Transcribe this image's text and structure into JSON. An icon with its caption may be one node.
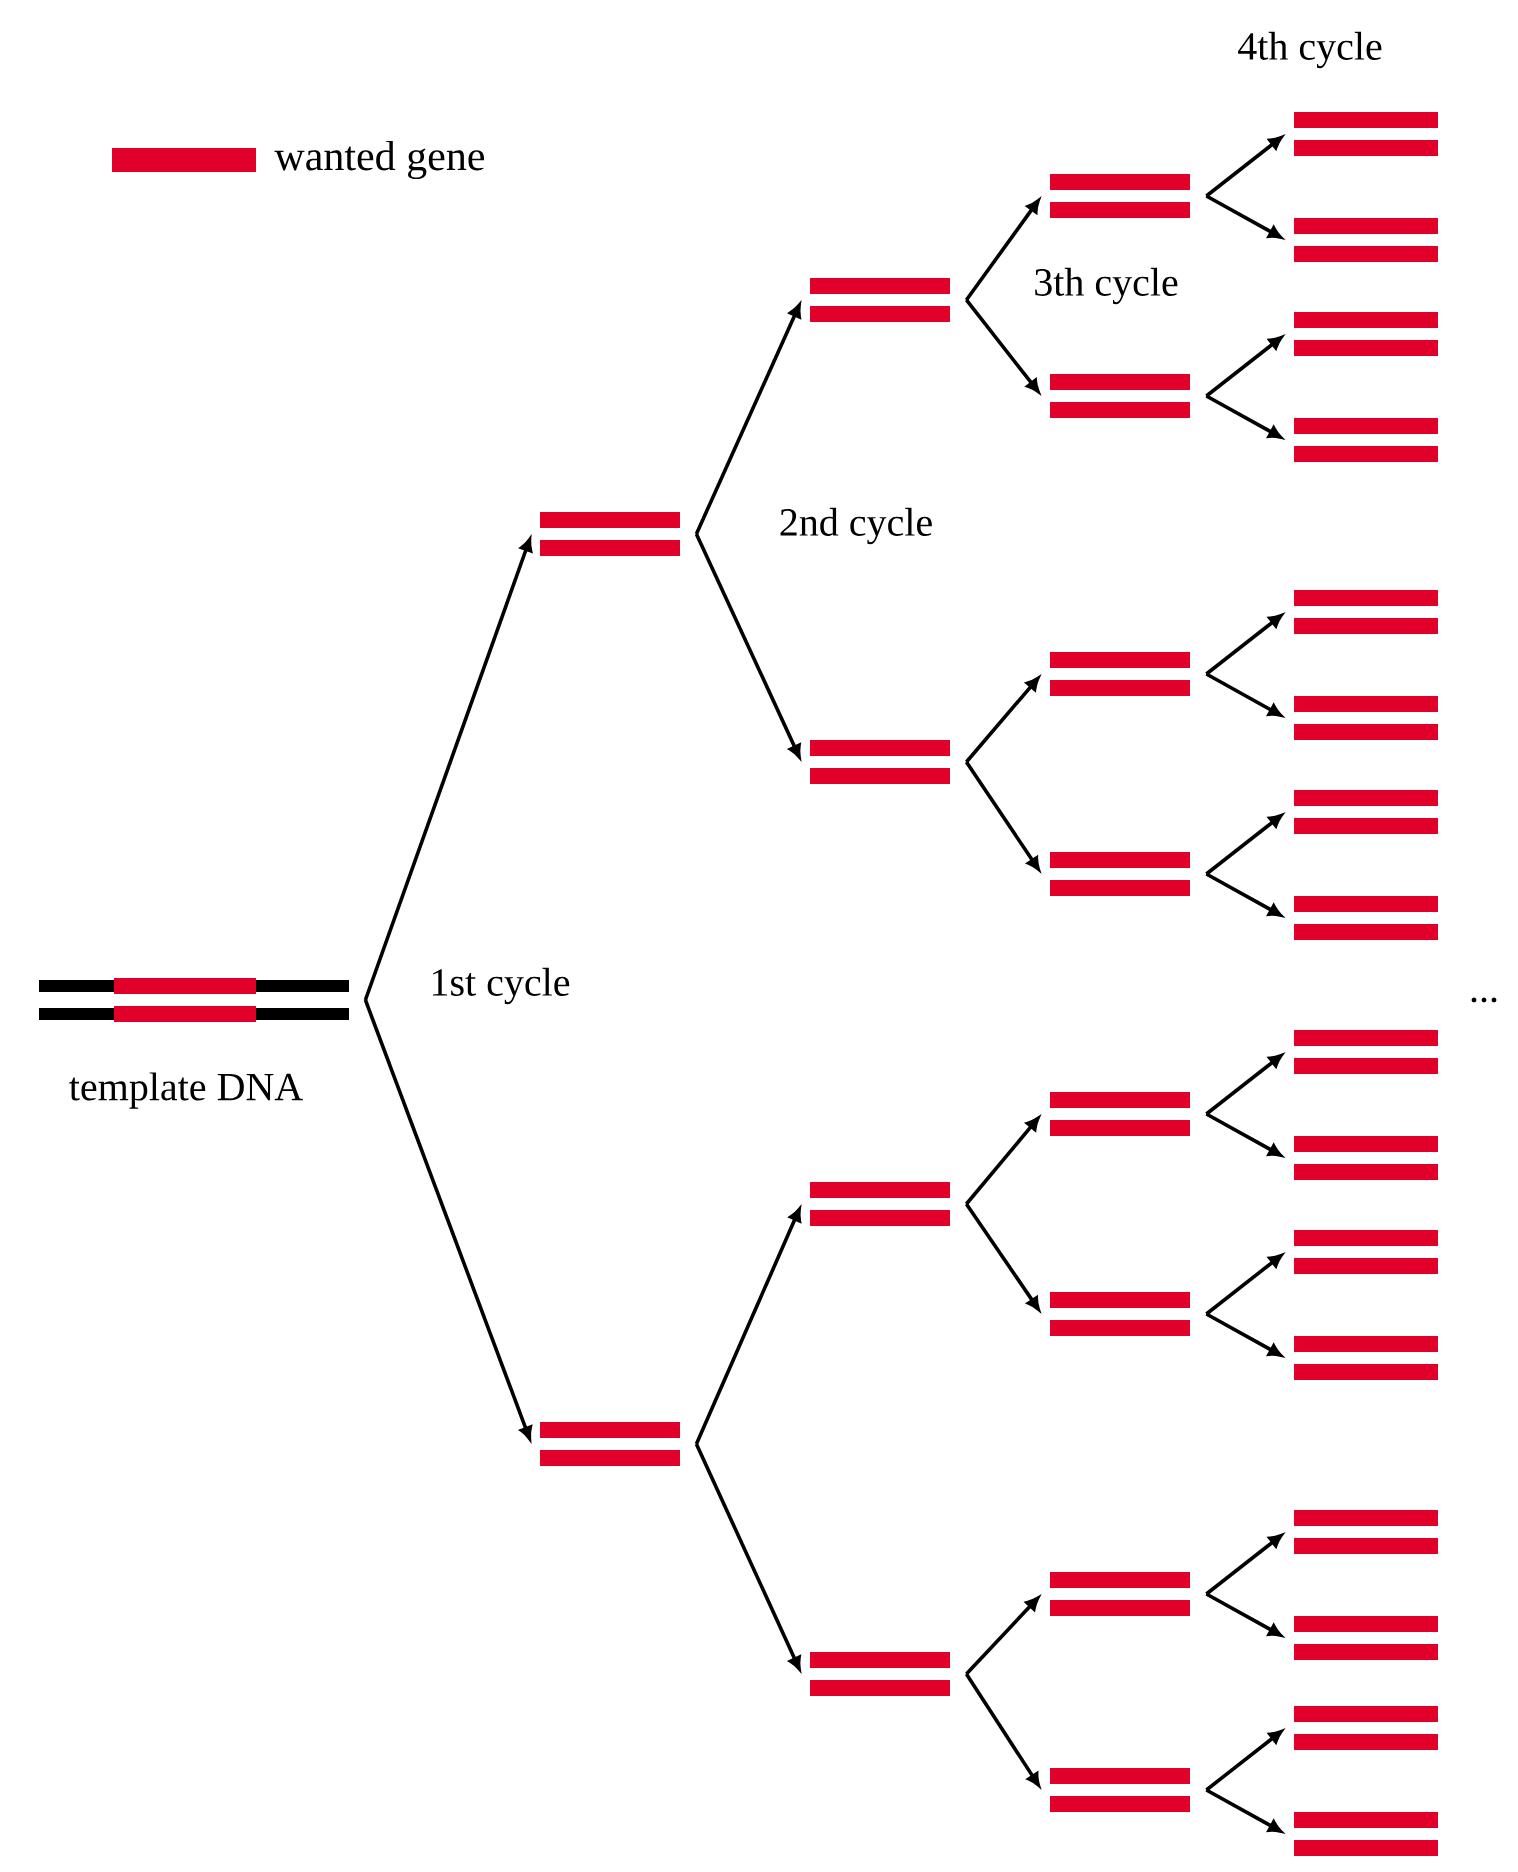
{
  "diagram": {
    "nodes": [
      {
        "text": [],
        "shape": "bar",
        "beside": [
          "template DNA"
        ]
      },
      {
        "text": [],
        "shape": "bar"
      },
      {
        "text": [],
        "shape": "bar"
      },
      {
        "text": [],
        "shape": "bar"
      },
      {
        "text": [],
        "shape": "bar"
      },
      {
        "text": [],
        "shape": "bar"
      },
      {
        "text": [],
        "shape": "bar"
      },
      {
        "text": [],
        "shape": "bar"
      },
      {
        "text": [],
        "shape": "bar"
      },
      {
        "text": [],
        "shape": "bar"
      },
      {
        "text": [],
        "shape": "bar"
      },
      {
        "text": [],
        "shape": "bar"
      },
      {
        "text": [],
        "shape": "bar"
      },
      {
        "text": [],
        "shape": "bar"
      },
      {
        "text": [],
        "shape": "bar"
      },
      {
        "text": [],
        "shape": "bar"
      },
      {
        "text": [],
        "shape": "bar"
      },
      {
        "text": [],
        "shape": "bar"
      },
      {
        "text": [],
        "shape": "bar"
      },
      {
        "text": [],
        "shape": "bar"
      },
      {
        "text": [],
        "shape": "bar"
      },
      {
        "text": [],
        "shape": "bar"
      },
      {
        "text": [],
        "shape": "bar"
      },
      {
        "text": [],
        "shape": "bar"
      },
      {
        "text": [],
        "shape": "bar"
      },
      {
        "text": [],
        "shape": "bar"
      },
      {
        "text": [],
        "shape": "bar"
      },
      {
        "text": [],
        "shape": "bar"
      },
      {
        "text": [],
        "shape": "bar"
      },
      {
        "text": [],
        "shape": "bar"
      },
      {
        "text": [],
        "shape": "bar"
      }
    ],
    "edges": [
      {
        "from": 0,
        "to": 1,
        "arrow": "to"
      },
      {
        "from": 0,
        "to": 2,
        "arrow": "to"
      },
      {
        "from": 1,
        "to": 3,
        "arrow": "to"
      },
      {
        "from": 1,
        "to": 4,
        "arrow": "to"
      },
      {
        "from": 2,
        "to": 5,
        "arrow": "to"
      },
      {
        "from": 2,
        "to": 6,
        "arrow": "to"
      },
      {
        "from": 3,
        "to": 7,
        "arrow": "to"
      },
      {
        "from": 3,
        "to": 8,
        "arrow": "to"
      },
      {
        "from": 4,
        "to": 9,
        "arrow": "to"
      },
      {
        "from": 4,
        "to": 10,
        "arrow": "to"
      },
      {
        "from": 5,
        "to": 11,
        "arrow": "to"
      },
      {
        "from": 5,
        "to": 12,
        "arrow": "to"
      },
      {
        "from": 6,
        "to": 13,
        "arrow": "to"
      },
      {
        "from": 6,
        "to": 14,
        "arrow": "to"
      },
      {
        "from": 7,
        "to": 15,
        "arrow": "to"
      },
      {
        "from": 7,
        "to": 16,
        "arrow": "to"
      },
      {
        "from": 8,
        "to": 17,
        "arrow": "to"
      },
      {
        "from": 8,
        "to": 18,
        "arrow": "to"
      },
      {
        "from": 9,
        "to": 19,
        "arrow": "to"
      },
      {
        "from": 9,
        "to": 20,
        "arrow": "to"
      },
      {
        "from": 10,
        "to": 21,
        "arrow": "to"
      },
      {
        "from": 10,
        "to": 22,
        "arrow": "to"
      },
      {
        "from": 11,
        "to": 23,
        "arrow": "to"
      },
      {
        "from": 11,
        "to": 24,
        "arrow": "to"
      },
      {
        "from": 12,
        "to": 25,
        "arrow": "to"
      },
      {
        "from": 12,
        "to": 26,
        "arrow": "to"
      },
      {
        "from": 13,
        "to": 27,
        "arrow": "to"
      },
      {
        "from": 13,
        "to": 28,
        "arrow": "to"
      },
      {
        "from": 14,
        "to": 29,
        "arrow": "to"
      },
      {
        "from": 14,
        "to": 30,
        "arrow": "to"
      }
    ],
    "labels": [
      "4th cycle",
      "3th cycle",
      "2nd cycle",
      "1st cycle",
      "..."
    ],
    "legend": [
      {
        "text": "wanted gene",
        "color": "#e0002a"
      }
    ]
  }
}
